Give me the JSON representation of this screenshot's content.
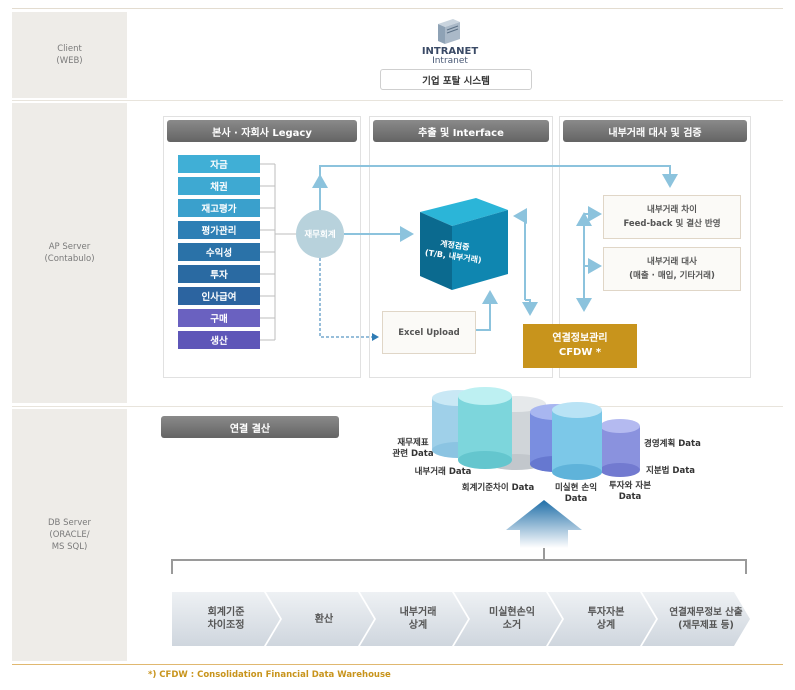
{
  "tiers": {
    "client": [
      "Client",
      "(WEB)"
    ],
    "ap": [
      "AP Server",
      "(Contabulo)"
    ],
    "db": [
      "DB Server",
      "(ORACLE/",
      "MS SQL)"
    ]
  },
  "client": {
    "logo_top": "INTRANET",
    "logo_bottom": "Intranet",
    "portal": "기업 포탈 시스템"
  },
  "ap": {
    "panel1": "본사 · 자회사 Legacy",
    "panel2": "추출 및 Interface",
    "panel3": "내부거래 대사 및 검증",
    "items": [
      "자금",
      "채권",
      "재고평가",
      "평가관리",
      "수익성",
      "투자",
      "인사급여",
      "구매",
      "생산"
    ],
    "circle": "재무회계",
    "cube": [
      "계정검증",
      "(T/B, 내부거래)"
    ],
    "excel": "Excel Upload",
    "cfdw": [
      "연결정보관리",
      "CFDW *"
    ],
    "box1": [
      "내부거래 차이",
      "Feed-back 및 결산 반영"
    ],
    "box2": [
      "내부거래 대사",
      "(매출 · 매입, 기타거래)"
    ]
  },
  "db": {
    "head": "연결 결산",
    "labels": {
      "fin": [
        "재무제표",
        "관련 Data"
      ],
      "internal": "내부거래 Data",
      "gaap": "회계기준차이 Data",
      "unreal": [
        "미실현 손익",
        "Data"
      ],
      "invest": [
        "투자와 자본",
        "Data"
      ],
      "plan": "경영계획 Data",
      "equity": "지분법 Data"
    },
    "steps": [
      [
        "회계기준",
        "차이조정"
      ],
      [
        "환산"
      ],
      [
        "내부거래",
        "상계"
      ],
      [
        "미실현손익",
        "소거"
      ],
      [
        "투자자본",
        "상계"
      ],
      [
        "연결재무정보 산출",
        "(재무제표 등)"
      ]
    ]
  },
  "footnote": "*) CFDW : Consolidation Financial Data Warehouse",
  "colors": {
    "item_teal": "#3ea9d2",
    "item_blue": "#2a72a8",
    "item_purple": "#6a61c0",
    "cfdw": "#c8941c",
    "arrow": "#8cc3dd",
    "footnote": "#c8941c"
  }
}
